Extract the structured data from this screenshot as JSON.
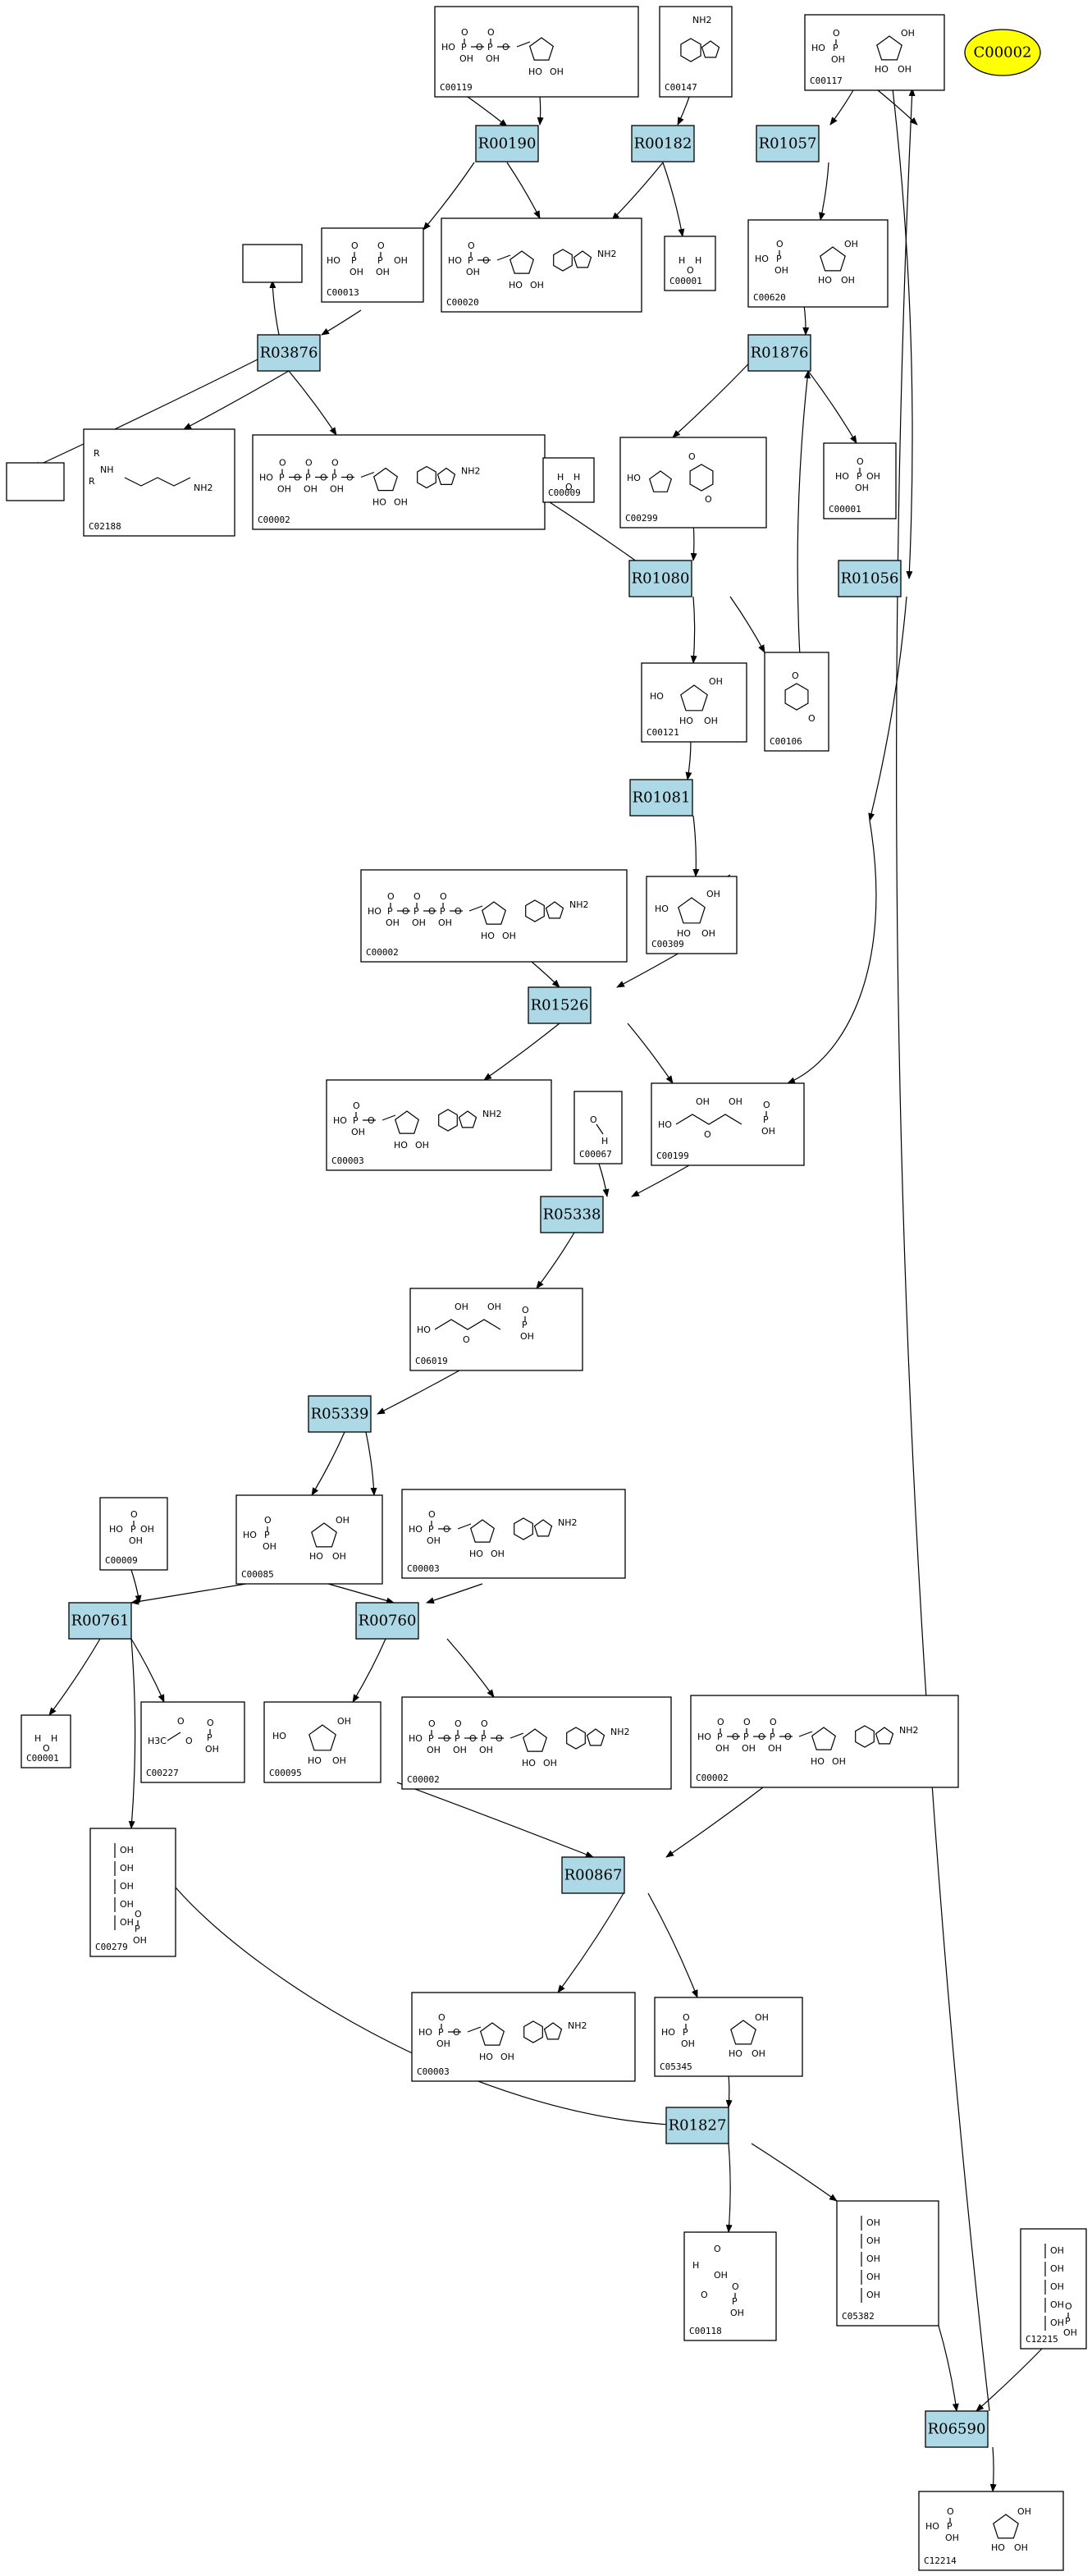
{
  "highlight": {
    "id": "C00002",
    "color": "#ffff00"
  },
  "reaction_color": "#add8e6",
  "reactions": [
    "R00190",
    "R00182",
    "R01057",
    "R03876",
    "R01876",
    "R01080",
    "R01056",
    "R01081",
    "R01526",
    "R05338",
    "R05339",
    "R00761",
    "R00760",
    "R00867",
    "R01827",
    "R06590"
  ],
  "compounds": [
    "C00119",
    "C00147",
    "C00117",
    "C00013",
    "C00020",
    "C00001",
    "C00620",
    "C02188",
    "C00002",
    "C00001",
    "C00299",
    "C00009",
    "C00121",
    "C00106",
    "C00309",
    "C00002",
    "C00003",
    "C00067",
    "C00199",
    "C06019",
    "C00009",
    "C00085",
    "C00003",
    "C00001",
    "C00227",
    "C00095",
    "C00002",
    "C00002",
    "C00279",
    "C00003",
    "C05345",
    "C00118",
    "C05382",
    "C12215",
    "C12214"
  ]
}
